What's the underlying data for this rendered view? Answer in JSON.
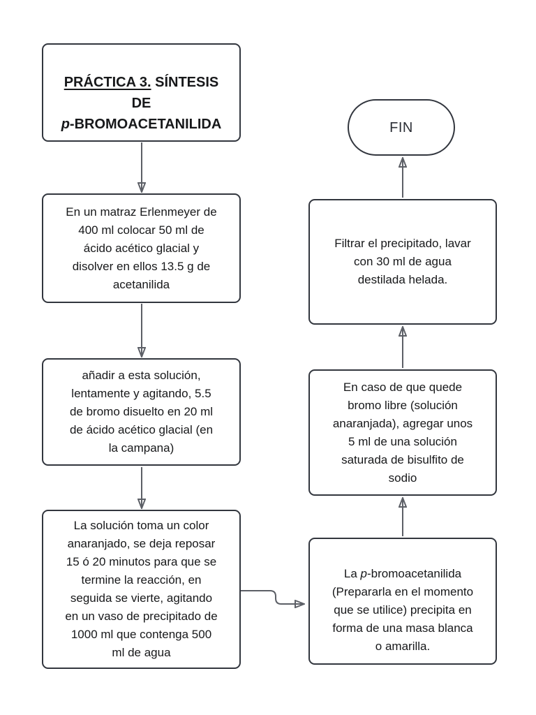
{
  "flowchart": {
    "colors": {
      "background": "#ffffff",
      "node_border": "#32363e",
      "arrow": "#5c5f66",
      "text": "#17181a"
    },
    "title_node": {
      "underlined": "PRÁCTICA 3.",
      "middle": " SÍNTESIS\nDE\n",
      "italic": "p",
      "tail": "-BROMOACETANILIDA"
    },
    "steps": {
      "step1": {
        "lines": [
          "En un matraz Erlenmeyer de",
          "400 ml colocar 50 ml de",
          "ácido acético glacial y",
          "disolver en ellos 13.5 g de",
          "acetanilida"
        ]
      },
      "step2": {
        "lines": [
          "añadir a esta solución,",
          "lentamente y agitando, 5.5",
          "de bromo disuelto en 20 ml",
          "de ácido acético glacial (en",
          "la campana)"
        ]
      },
      "step3": {
        "lines": [
          "La solución toma un color",
          "anaranjado, se deja reposar",
          "15 ó 20 minutos para que se",
          "termine la reacción, en",
          "seguida se vierte, agitando",
          "en un vaso de precipitado de",
          "1000 ml que contenga 500",
          "ml de agua"
        ]
      },
      "step4": {
        "lead": "La ",
        "italic": "p",
        "tail_lines": [
          "-bromoacetanilida",
          "(Prepararla en el momento",
          "que se utilice) precipita en",
          "forma de una masa blanca",
          "o amarilla."
        ]
      },
      "step5": {
        "lines": [
          "En caso de que quede",
          "bromo libre (solución",
          "anaranjada), agregar unos",
          "5 ml de una solución",
          "saturada de bisulfito de",
          "sodio"
        ]
      },
      "step6": {
        "lines": [
          "Filtrar el precipitado, lavar",
          "con 30 ml de agua",
          "destilada helada."
        ]
      }
    },
    "end_node": {
      "label": "FIN"
    }
  }
}
